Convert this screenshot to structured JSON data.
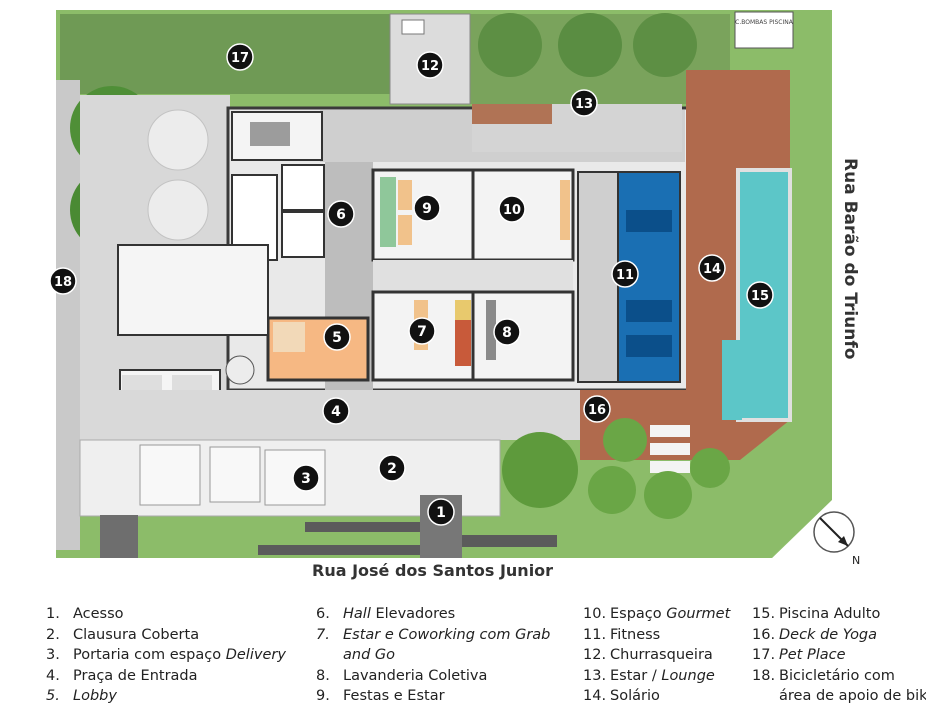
{
  "streets": {
    "bottom": "Rua José dos Santos Junior",
    "right": "Rua Barão do Triunfo"
  },
  "markers": [
    "1",
    "2",
    "3",
    "4",
    "5",
    "6",
    "7",
    "8",
    "9",
    "10",
    "11",
    "12",
    "13",
    "14",
    "15",
    "16",
    "17",
    "18"
  ],
  "plan_labels": {
    "pump_room": "C.BOMBAS PISCINA"
  },
  "legend": {
    "col1": [
      {
        "num": "1.",
        "text": "Acesso"
      },
      {
        "num": "2.",
        "text": "Clausura Coberta"
      },
      {
        "num": "3.",
        "text": "Portaria com espaço ",
        "italic": "Delivery"
      },
      {
        "num": "4.",
        "text": "Praça de Entrada"
      },
      {
        "num": "5.",
        "italic": "Lobby"
      }
    ],
    "col2": [
      {
        "num": "6.",
        "italic": "Hall",
        "text": " Elevadores"
      },
      {
        "num": "7.",
        "italic": "Estar",
        "text": " e ",
        "italic2": "Coworking",
        "text2": " com ",
        "italic3": "Grab"
      },
      {
        "cont": "and Go"
      },
      {
        "num": "8.",
        "text": "Lavanderia Coletiva"
      },
      {
        "num": "9.",
        "text": "Festas e Estar"
      }
    ],
    "col3": [
      {
        "num": "10.",
        "text": "Espaço ",
        "italic": "Gourmet"
      },
      {
        "num": "11.",
        "text": "Fitness"
      },
      {
        "num": "12.",
        "text": "Churrasqueira"
      },
      {
        "num": "13.",
        "text": "Estar / ",
        "italic": "Lounge"
      },
      {
        "num": "14.",
        "text": "Solário"
      }
    ],
    "col4": [
      {
        "num": "15.",
        "text": "Piscina Adulto"
      },
      {
        "num": "16.",
        "italic": "Deck de Yoga"
      },
      {
        "num": "17.",
        "italic": "Pet Place"
      },
      {
        "num": "18.",
        "text": "Bicicletário com"
      },
      {
        "cont": "área de apoio de bike"
      }
    ]
  }
}
